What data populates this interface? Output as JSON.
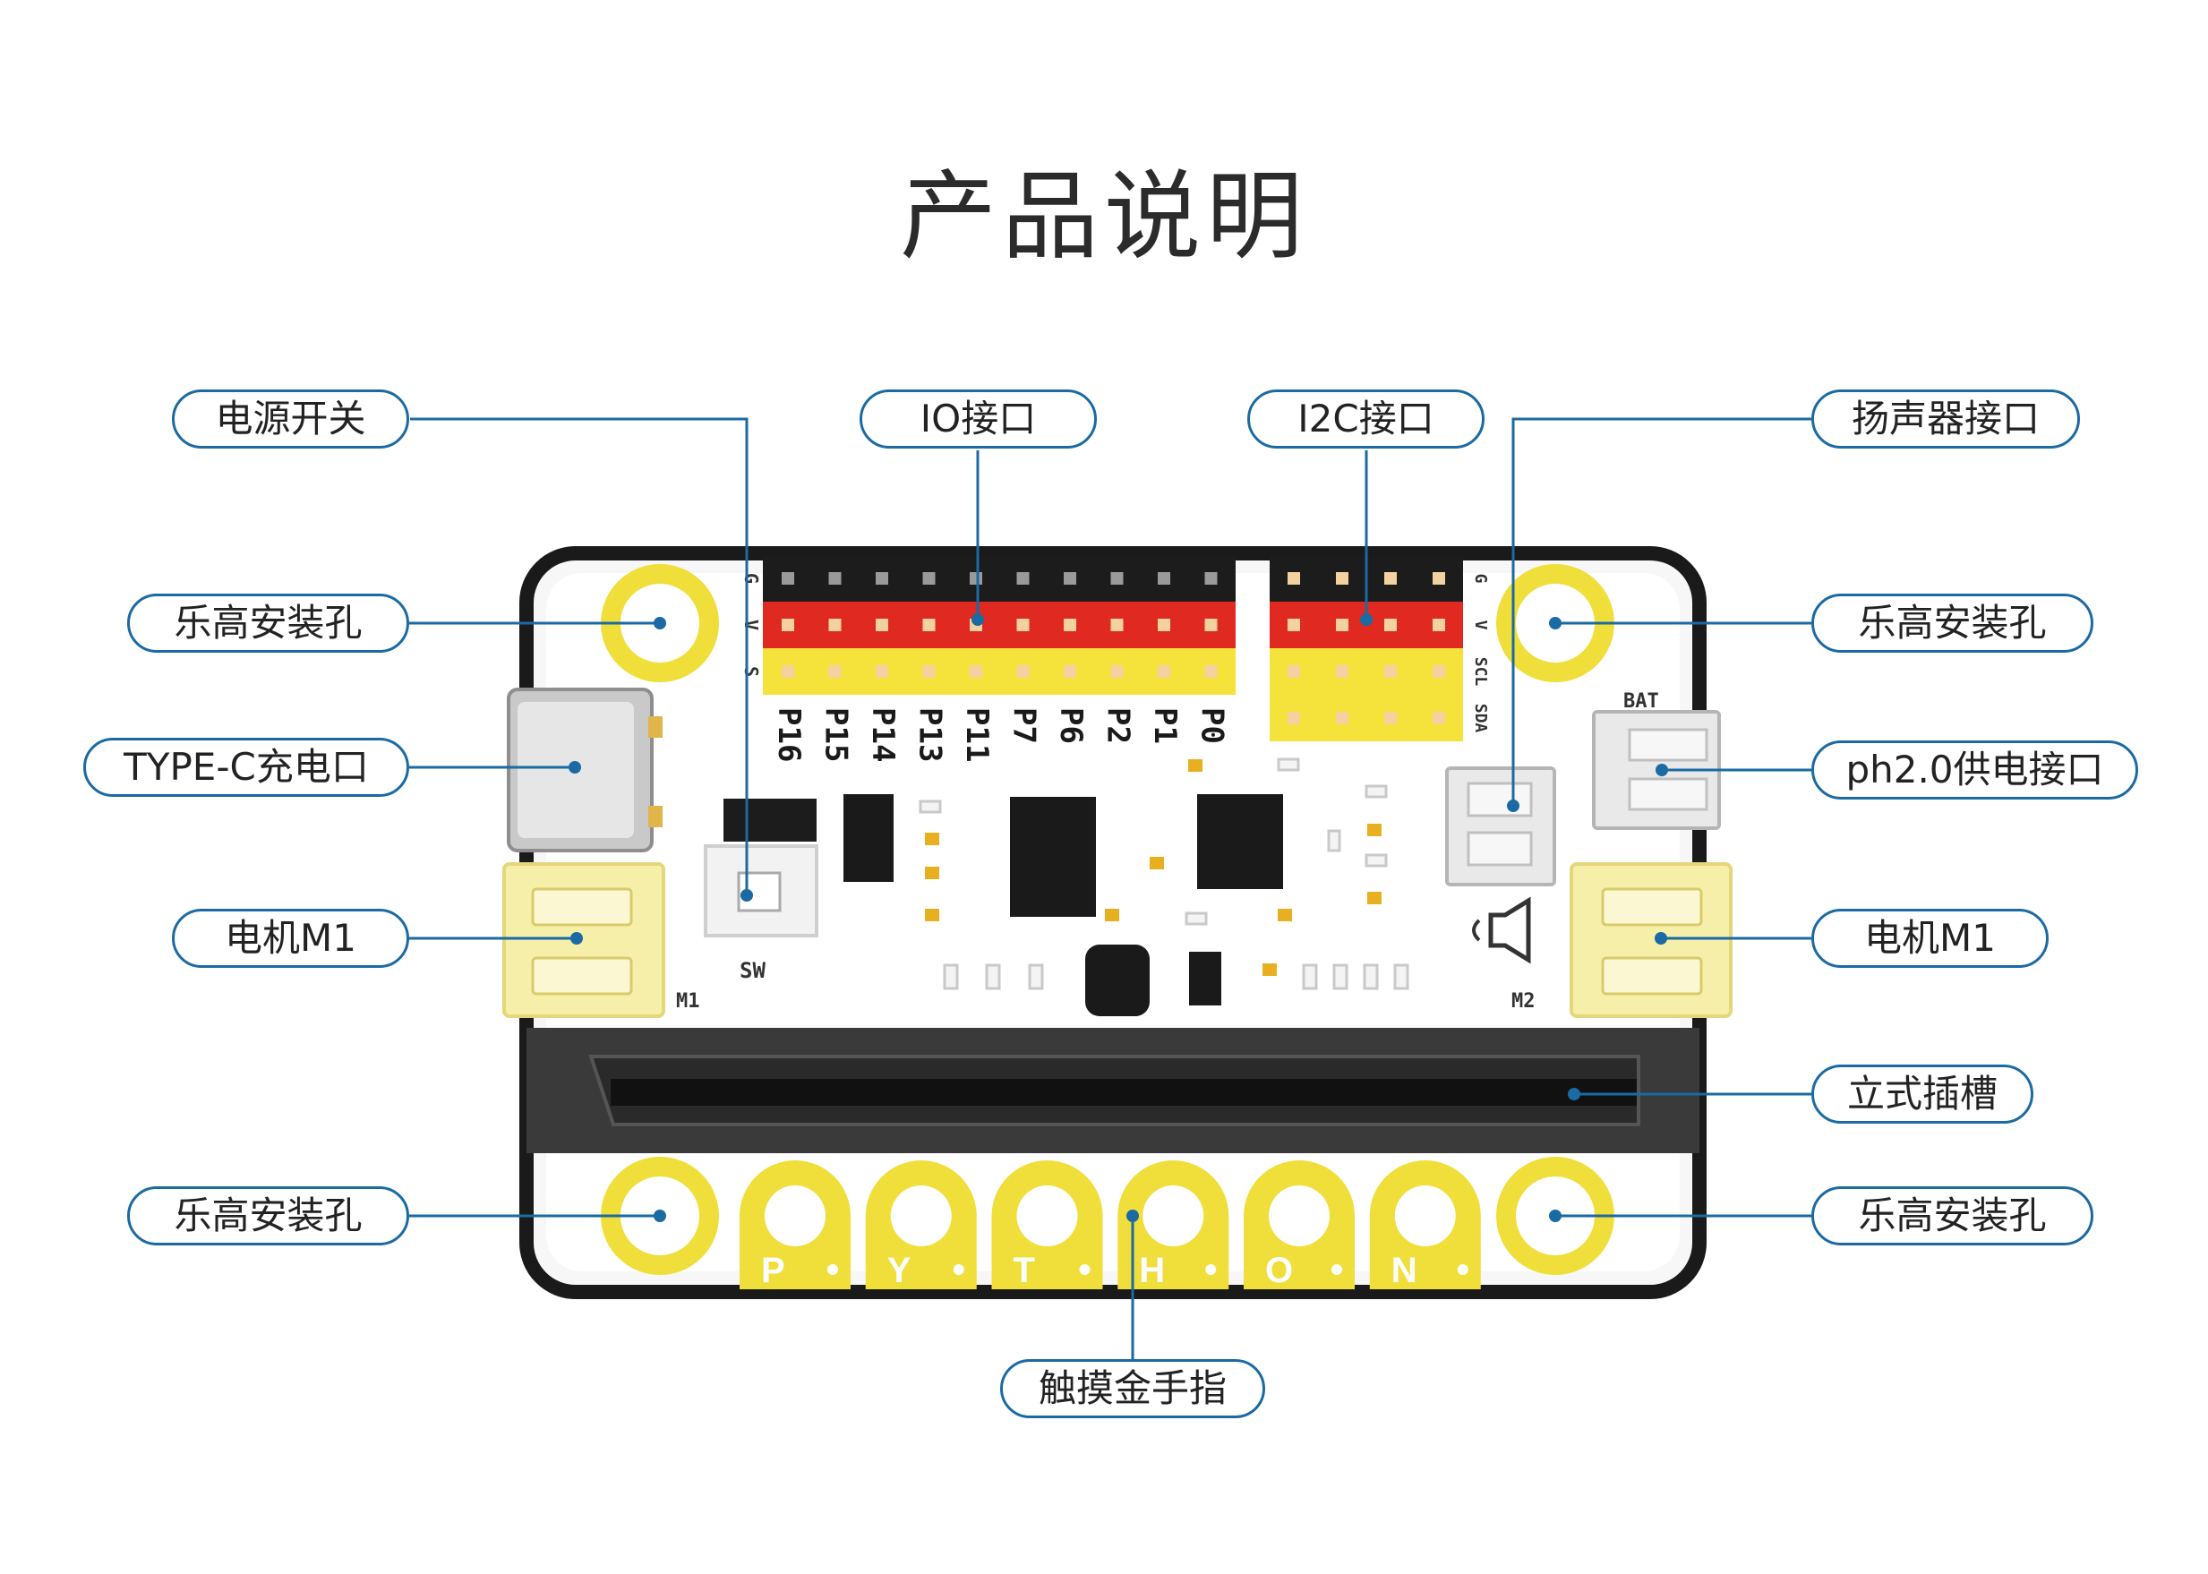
{
  "title": "产品说明",
  "callouts": {
    "power_switch": "电源开关",
    "io_port": "IO接口",
    "i2c_port": "I2C接口",
    "speaker_port": "扬声器接口",
    "lego_hole_top_left": "乐高安装孔",
    "lego_hole_top_right": "乐高安装孔",
    "typec_port": "TYPE-C充电口",
    "ph_power_port": "ph2.0供电接口",
    "motor_left": "电机M1",
    "motor_right": "电机M1",
    "edge_slot": "立式插槽",
    "lego_hole_bottom_left": "乐高安装孔",
    "lego_hole_bottom_right": "乐高安装孔",
    "touch_fingers": "触摸金手指"
  },
  "board": {
    "header_row_labels": [
      "G",
      "V",
      "S"
    ],
    "io_pins": [
      "P16",
      "P15",
      "P14",
      "P13",
      "P11",
      "P7",
      "P6",
      "P2",
      "P1",
      "P0"
    ],
    "i2c_row_labels": [
      "G",
      "V",
      "SCL",
      "SDA"
    ],
    "bat_label": "BAT",
    "sw_label": "SW",
    "m1_label": "M1",
    "m2_label": "M2",
    "python_letters": [
      "P",
      "Y",
      "T",
      "H",
      "O",
      "N"
    ]
  },
  "colors": {
    "accent": "#1b6aa3",
    "header_red": "#e02a21",
    "header_yellow": "#f5e23a",
    "header_black": "#1c1c1c",
    "pad_yellow": "#f0de3a",
    "connector_cream": "#f6efaa",
    "slot_black": "#2a2a2a"
  }
}
